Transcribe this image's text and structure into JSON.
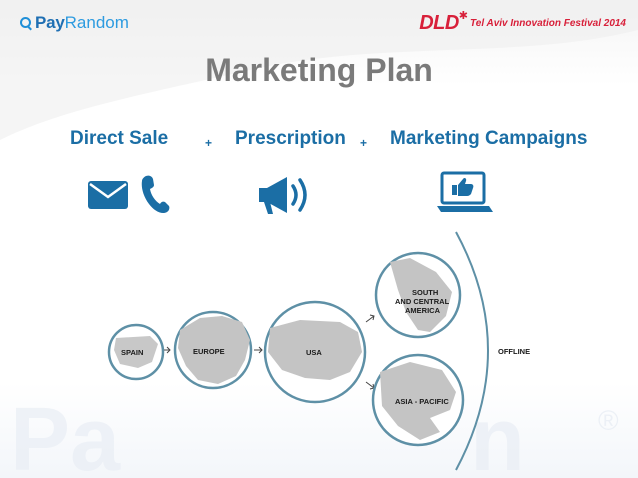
{
  "header": {
    "logo_text_pay": "Pay",
    "logo_text_random": "Random",
    "event_logo": "DLD",
    "event_name": "Tel Aviv Innovation Festival 2014"
  },
  "slide": {
    "title": "Marketing Plan",
    "categories": [
      {
        "label": "Direct Sale",
        "icons": [
          "envelope-icon",
          "phone-icon"
        ]
      },
      {
        "label": "Prescription",
        "icons": [
          "megaphone-icon"
        ]
      },
      {
        "label": "Marketing Campaigns",
        "icons": [
          "laptop-like-icon"
        ]
      }
    ],
    "separator": "+"
  },
  "expansion_map": {
    "regions": [
      {
        "label": "SPAIN"
      },
      {
        "label": "EUROPE"
      },
      {
        "label": "USA"
      },
      {
        "label_lines": [
          "SOUTH",
          "AND CENTRAL",
          "AMERICA"
        ]
      },
      {
        "label": "ASIA - PACIFIC"
      }
    ],
    "offline_label": "OFFLINE"
  },
  "colors": {
    "accent_blue": "#1b6ea5",
    "title_gray": "#7a7a7a",
    "event_red": "#d8203a",
    "circle_stroke": "#5e90a6"
  }
}
